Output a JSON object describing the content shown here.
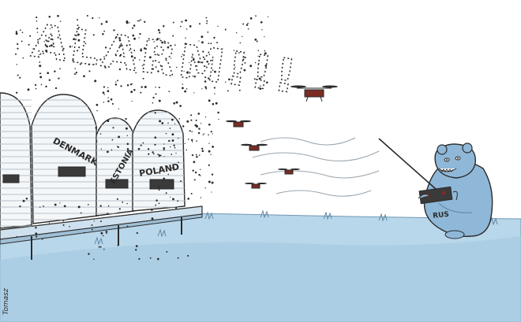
{
  "cartoon": {
    "swarm_text": "ALARM!!!",
    "hives": [
      {
        "label": "DENMARK"
      },
      {
        "label": "ESTONIA"
      },
      {
        "label": "POLAND"
      }
    ],
    "bear_label": "RUS",
    "signature": "Tomasz"
  },
  "colors": {
    "sky": "#ffffff",
    "ground": "#b9d7ea",
    "bear": "#8fb8d8",
    "hive": "#f4f7f9",
    "drone_body": "#7a2c23",
    "ink": "#2b2b2b"
  }
}
